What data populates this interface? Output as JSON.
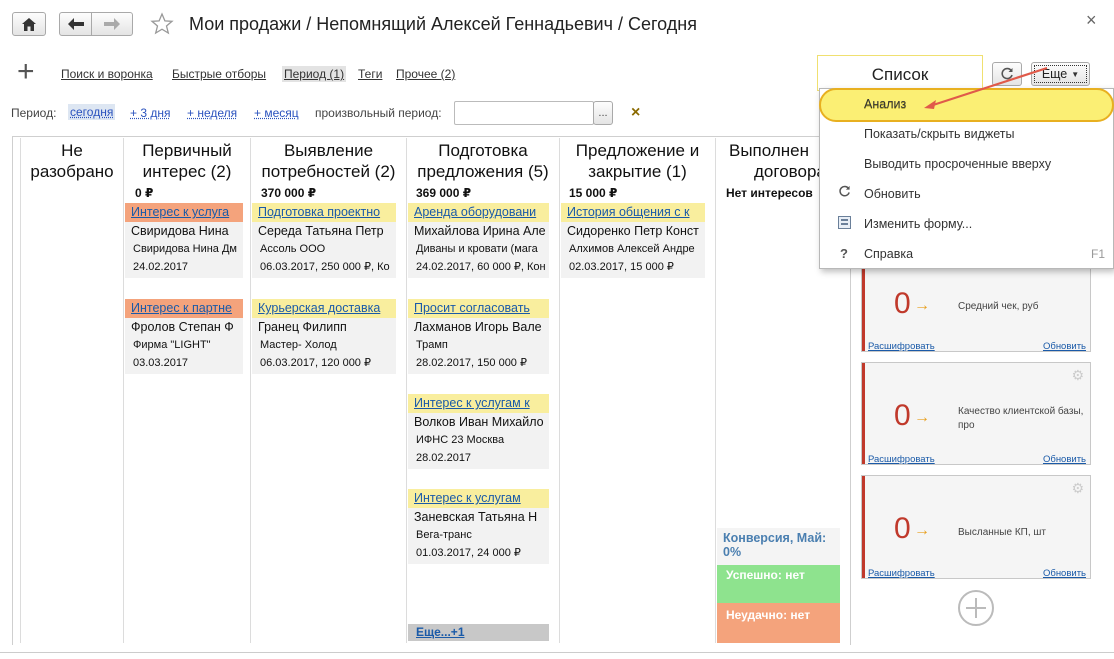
{
  "window": {
    "title": "Мои продажи / Непомнящий Алексей Геннадьевич / Сегодня",
    "close_glyph": "×",
    "icons": {
      "home": "home-icon",
      "back": "arrow-left-icon",
      "forward": "arrow-right-icon",
      "favorite": "star-icon"
    }
  },
  "toolbar": {
    "add_glyph": "+",
    "links": [
      "Поиск и воронка",
      "Быстрые отборы",
      "Период (1)",
      "Теги",
      "Прочее (2)"
    ],
    "list_label": "Список",
    "more_label": "Еще"
  },
  "period": {
    "label": "Период:",
    "options": [
      "сегодня",
      "+ 3 дня",
      "+ неделя",
      "+ месяц"
    ],
    "custom_label": "произвольный период:",
    "custom_value": "",
    "pick_label": "...",
    "clear_glyph": "×"
  },
  "columns": [
    {
      "title_1": "Не",
      "title_2": "разобрано",
      "sum": ""
    },
    {
      "title_1": "Первичный",
      "title_2": "интерес (2)",
      "sum": "0 ₽"
    },
    {
      "title_1": "Выявление",
      "title_2": "потребностей (2)",
      "sum": "370 000 ₽"
    },
    {
      "title_1": "Подготовка",
      "title_2": "предложения (5)",
      "sum": "369 000 ₽"
    },
    {
      "title_1": "Предложение и",
      "title_2": "закрытие (1)",
      "sum": "15 000 ₽"
    },
    {
      "title_1": "Выполнен",
      "title_2": "договора",
      "sum": "Нет интересов"
    }
  ],
  "cards": [
    {
      "tag": "Интерес к услуга",
      "name": "Свиридова Нина",
      "company": "Свиридова Нина Дм",
      "info": "24.02.2017",
      "tag_color": "#f4a37c"
    },
    {
      "tag": "Интерес к партне",
      "name": "Фролов Степан Ф",
      "company": "Фирма \"LIGHT\"",
      "info": "03.03.2017",
      "tag_color": "#f4a37c"
    },
    {
      "tag": "Подготовка проектно",
      "name": "Середа Татьяна Петр",
      "company": "Ассоль ООО",
      "info": "06.03.2017, 250 000 ₽, Ко",
      "tag_color": "#f9ee9e"
    },
    {
      "tag": "Курьерская доставка",
      "name": "Гранец Филипп",
      "company": "Мастер- Холод",
      "info": "06.03.2017, 120 000 ₽",
      "tag_color": "#f9ee9e"
    },
    {
      "tag": "Аренда оборудовани",
      "name": "Михайлова Ирина Але",
      "company": "Диваны и кровати (мага",
      "info": "24.02.2017, 60 000 ₽, Кон",
      "tag_color": "#f9ee9e"
    },
    {
      "tag": "Просит согласовать",
      "name": "Лахманов Игорь Вале",
      "company": "Трамп",
      "info": "28.02.2017, 150 000 ₽",
      "tag_color": "#f9ee9e"
    },
    {
      "tag": "Интерес к услугам к",
      "name": "Волков Иван Михайло",
      "company": "ИФНС 23 Москва",
      "info": "28.02.2017",
      "tag_color": "#f9ee9e"
    },
    {
      "tag": "Интерес к услугам",
      "name": "Заневская Татьяна Н",
      "company": "Вега-транс",
      "info": "01.03.2017, 24 000 ₽",
      "tag_color": "#f9ee9e"
    },
    {
      "tag": "История общения с к",
      "name": "Сидоренко Петр Конст",
      "company": "Алхимов Алексей Андре",
      "info": "02.03.2017, 15 000 ₽",
      "tag_color": "#f9ee9e"
    }
  ],
  "more_link": "Еще...+1",
  "conversion": {
    "title": "Конверсия, Май:",
    "value": "0%",
    "success": "Успешно: нет",
    "fail": "Неудачно: нет",
    "success_color": "#8ee38e",
    "fail_color": "#f4a37c"
  },
  "widgets": [
    {
      "value": "0",
      "label": "Средний чек, руб",
      "left_link": "Расшифровать",
      "right_link": "Обновить"
    },
    {
      "value": "0",
      "label": "Качество клиентской базы, про",
      "left_link": "Расшифровать",
      "right_link": "Обновить"
    },
    {
      "value": "0",
      "label": "Высланные КП, шт",
      "left_link": "Расшифровать",
      "right_link": "Обновить"
    }
  ],
  "menu": {
    "items": [
      {
        "label": "Анализ",
        "icon": "",
        "shortcut": ""
      },
      {
        "label": "Показать/скрыть виджеты",
        "icon": "",
        "shortcut": ""
      },
      {
        "label": "Выводить просроченные вверху",
        "icon": "",
        "shortcut": ""
      },
      {
        "label": "Обновить",
        "icon": "refresh-icon",
        "shortcut": ""
      },
      {
        "label": "Изменить форму...",
        "icon": "form-icon",
        "shortcut": ""
      },
      {
        "label": "Справка",
        "icon": "help-icon",
        "shortcut": "F1"
      }
    ],
    "help_glyph": "?",
    "highlight_color": "#f9e62a"
  },
  "colors": {
    "accent_red": "#c0392b",
    "link_blue": "#1a5aa8",
    "highlight_yellow": "#f9e62a"
  }
}
